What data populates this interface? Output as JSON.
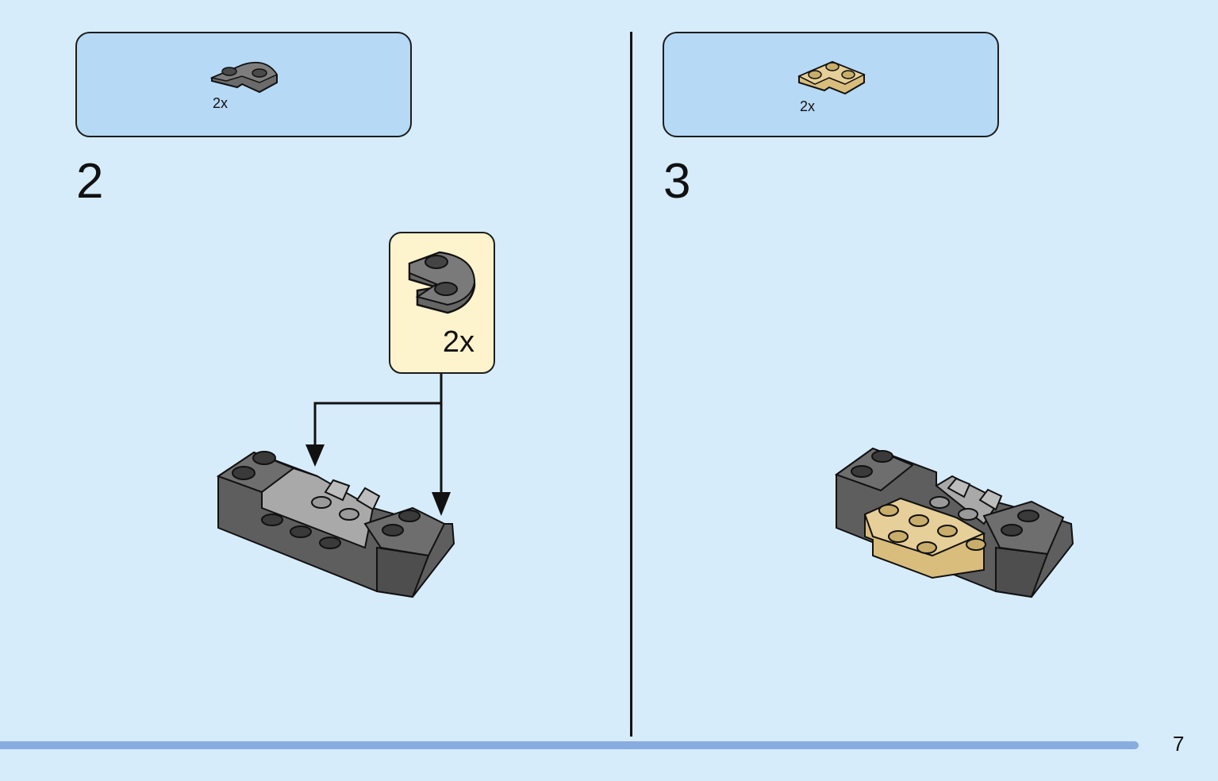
{
  "step2": {
    "number": "2",
    "parts": [
      {
        "icon": "dark-gray-curved-plate-icon",
        "qty": "2x"
      }
    ],
    "callout": {
      "icon": "dark-gray-curved-plate-icon",
      "qty": "2x"
    }
  },
  "step3": {
    "number": "3",
    "parts": [
      {
        "icon": "tan-corner-plate-icon",
        "qty": "2x"
      }
    ]
  },
  "footer": {
    "page_number": "7",
    "progress": 0.935
  },
  "colors": {
    "background": "#d6ecfb",
    "parts_box": "#b6d9f5",
    "callout": "#fdf3cc",
    "dark_gray": "#6b6b6b",
    "tan": "#e6cf98",
    "progress_bar": "#89ace0"
  }
}
